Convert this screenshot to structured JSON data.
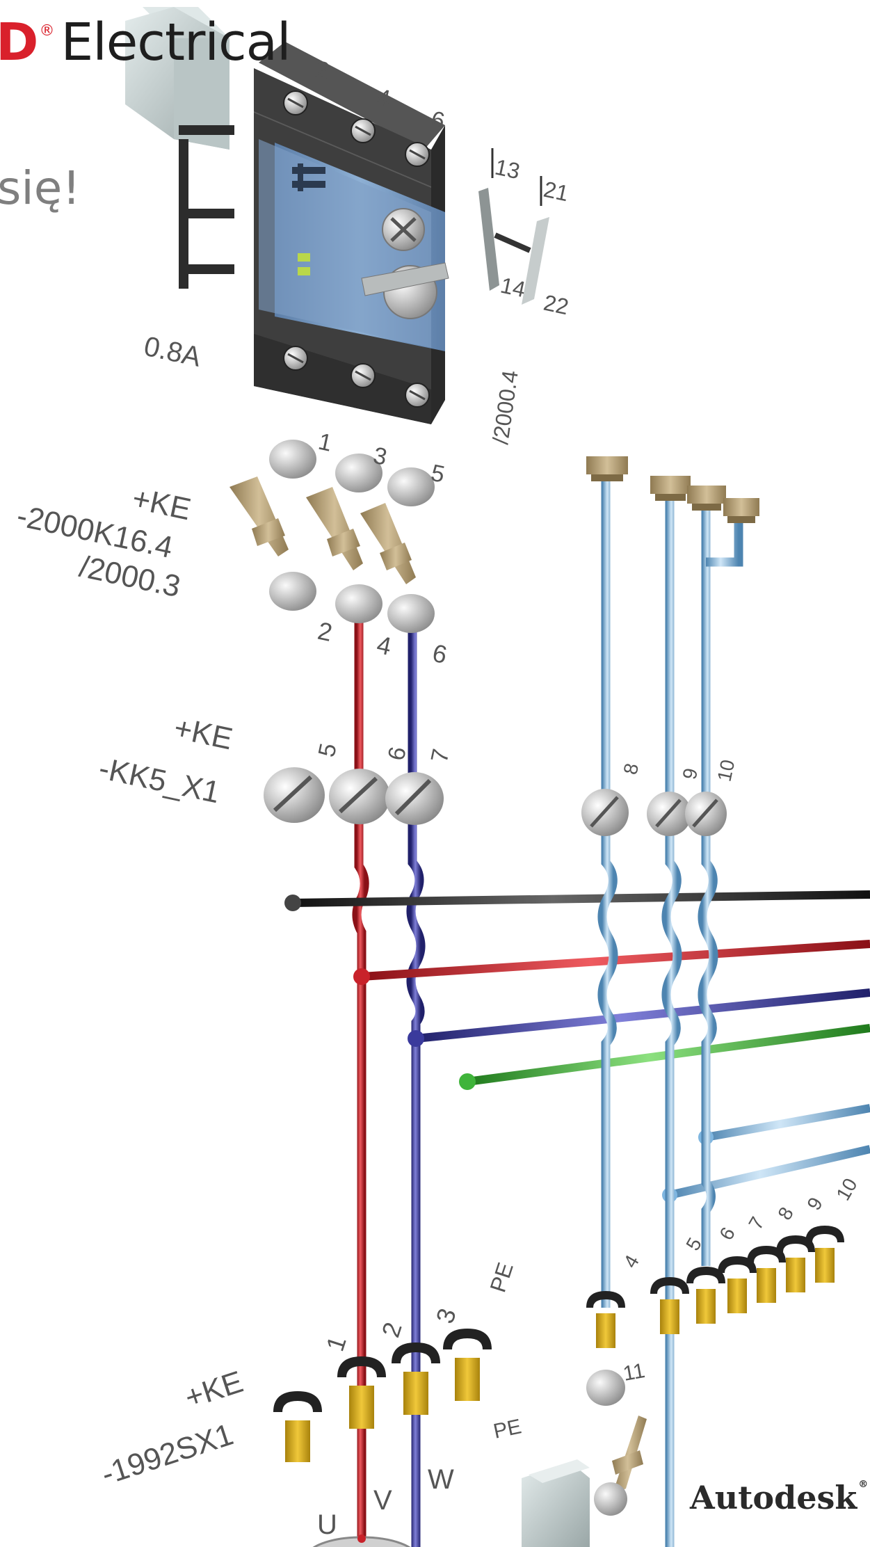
{
  "brand": {
    "letter": "D",
    "registered": "®",
    "name": "Electrical"
  },
  "tagline": "się!",
  "footer_logo": {
    "name": "Autodesk",
    "mark": "®"
  },
  "colors": {
    "L1": "#3a3a3a",
    "L2": "#c8222a",
    "L3": "#3a3a9c",
    "PE": "#3fb43a",
    "control": "#7fb6e0",
    "terminal_yellow": "#dcb324",
    "breaker_blue": "#7e9fc4",
    "brand_red": "#d9202b"
  },
  "breaker": {
    "rating": "0.8A",
    "top_terminals": [
      "2",
      "4",
      "6"
    ],
    "bottom_terminals": [
      "1",
      "3",
      "5"
    ],
    "aux_contacts": [
      "13",
      "21",
      "14",
      "22"
    ],
    "cross_ref": "/2000.4"
  },
  "contactor": {
    "labels": [
      "+KE",
      "-2000K16.4",
      "/2000.3"
    ],
    "terminals": [
      "2",
      "4",
      "6"
    ]
  },
  "terminal_strip_kk5": {
    "labels": [
      "+KE",
      "-KK5_X1"
    ],
    "terminals": [
      "5",
      "6",
      "7"
    ],
    "control_terminals": [
      "8",
      "9",
      "10"
    ]
  },
  "connector_1992": {
    "labels": [
      "+KE",
      "-1992SX1"
    ],
    "terminals": [
      "1",
      "2",
      "3",
      "PE"
    ],
    "motor_phases": [
      "U",
      "V",
      "W"
    ],
    "pe_label": "PE"
  },
  "control_connector": {
    "terminals": [
      "4",
      "5",
      "6",
      "7",
      "8",
      "9",
      "10"
    ],
    "switch_terminal": "11"
  }
}
